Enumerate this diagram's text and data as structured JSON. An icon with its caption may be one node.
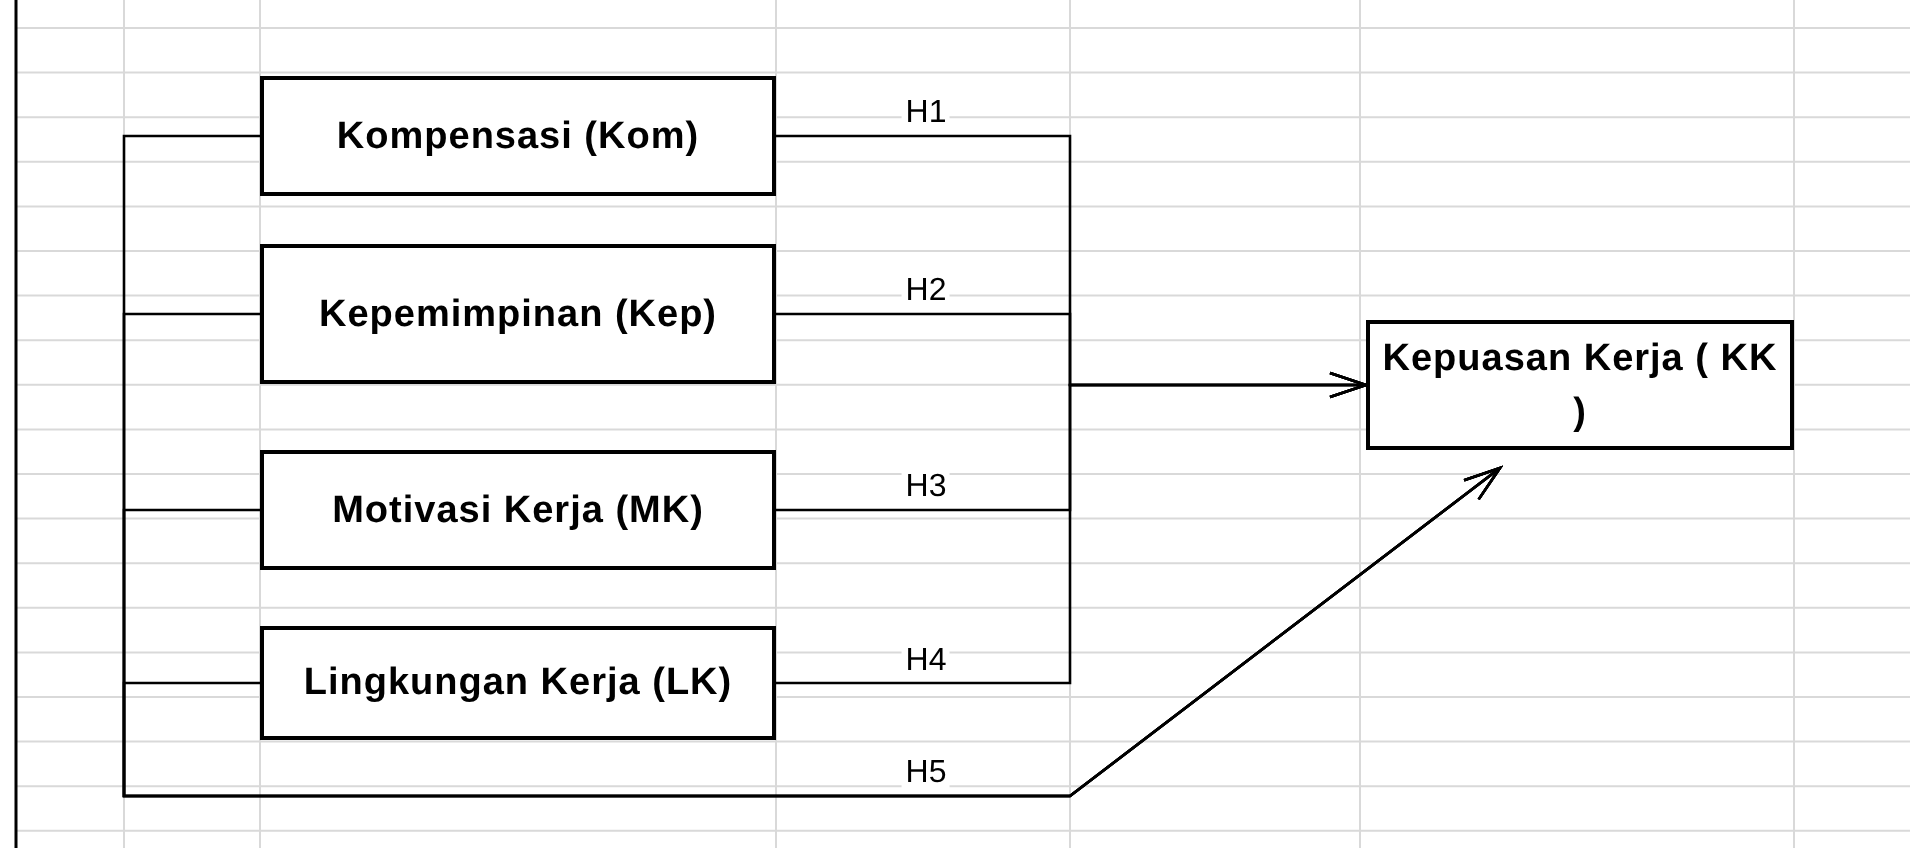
{
  "diagram": {
    "nodes": [
      {
        "text": [
          "Kompensasi (Kom)"
        ]
      },
      {
        "text": [
          "Kepemimpinan (Kep)"
        ]
      },
      {
        "text": [
          "Motivasi Kerja (MK)"
        ]
      },
      {
        "text": [
          "Lingkungan Kerja (LK)"
        ]
      },
      {
        "text": [
          "Kepuasan Kerja ( KK )"
        ]
      }
    ],
    "edges": [
      {
        "from": 0,
        "to": 4,
        "arrow": "to",
        "label": "H1"
      },
      {
        "from": 1,
        "to": 4,
        "arrow": "to",
        "label": "H2"
      },
      {
        "from": 2,
        "to": 4,
        "arrow": "to",
        "label": "H3"
      },
      {
        "from": 3,
        "to": 4,
        "arrow": "to",
        "label": "H4"
      },
      {
        "from": 0,
        "to": 4,
        "arrow": "to"
      },
      {
        "from": 1,
        "to": 4,
        "arrow": "to"
      },
      {
        "from": 2,
        "to": 4,
        "arrow": "to"
      },
      {
        "from": 3,
        "to": 4,
        "arrow": "to",
        "label": "H5"
      }
    ]
  }
}
